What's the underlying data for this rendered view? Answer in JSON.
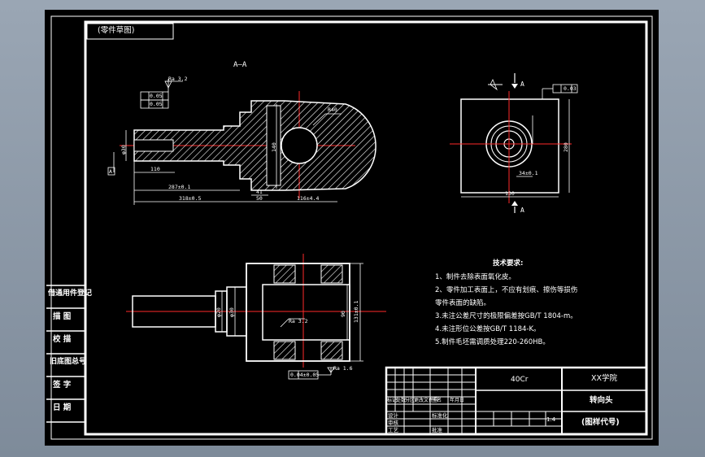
{
  "drawing": {
    "tag_label": "(零件草图)",
    "section_label": "A—A",
    "section_arrow_label_top": "A",
    "section_arrow_label_bottom": "A"
  },
  "tech_requirements": {
    "title": "技术要求:",
    "items": [
      "1、制件去除表面氧化皮。",
      "2、零件加工表面上，不应有划痕、擦伤等损伤",
      "零件表面的缺陷。",
      "3.未注公差尺寸的极限偏差按GB/T 1804-m。",
      "4.未注形位公差按GB/T 1184-K。",
      "5.制件毛坯需调质处理220-260HB。"
    ]
  },
  "title_block": {
    "material": "40Cr",
    "school": "XX学院",
    "part_name": "转向头",
    "drawing_no": "(图样代号)",
    "scale": "1:4",
    "header_labels": [
      "标记",
      "处数",
      "分区",
      "更改文件号",
      "签名",
      "年月日"
    ],
    "role_labels": [
      "设计",
      "审核",
      "工艺",
      "标准化",
      "批准"
    ]
  },
  "side_table": {
    "rows": [
      "借通用件登记",
      "描 图",
      "校 描",
      "旧底图总号",
      "签 字",
      "日 期"
    ]
  },
  "dims": {
    "ra_top": "Ra 3.2",
    "flatness": "0.05",
    "perp": "0.05",
    "dia_shaft": "φ30",
    "len_110": "110",
    "len_287": "287±0.1",
    "len_41": "41",
    "len_318": "318±0.5",
    "len_50": "50",
    "len_116": "116±4.4",
    "r_140": "R40",
    "w_140": "140",
    "ra_right": "Ra 3.2",
    "symm": "0.03",
    "h_34": "34±0.1",
    "w_130": "130",
    "h_280": "280",
    "front_ra": "Ra 3.2",
    "front_ra2": "Ra 1.6",
    "front_dia": "φ20",
    "front_dia2": "φ30",
    "front_h": "131±0.1",
    "front_h2": "90",
    "bottom_tol": "0.04±0.05"
  }
}
